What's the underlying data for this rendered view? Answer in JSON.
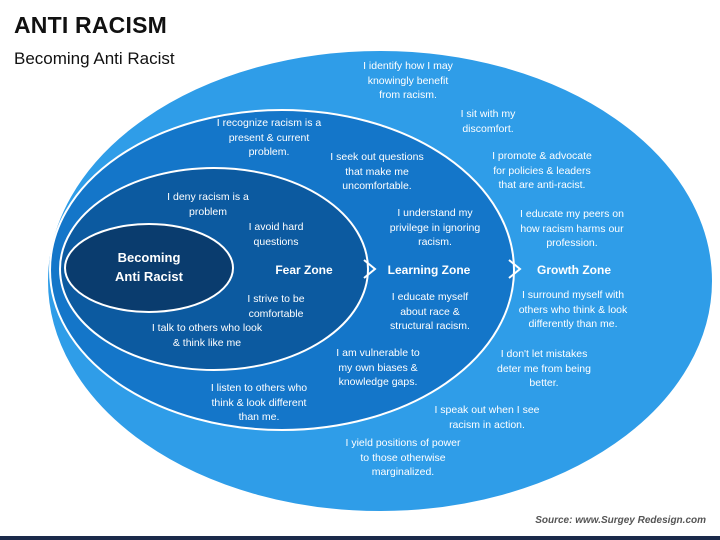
{
  "header": {
    "title": "ANTI RACISM",
    "subtitle": "Becoming Anti Racist"
  },
  "core": {
    "line1": "Becoming",
    "line2": "Anti Racist"
  },
  "zones": {
    "fear": "Fear Zone",
    "learning": "Learning Zone",
    "growth": "Growth Zone"
  },
  "fear_zone": [
    [
      "I deny racism is a",
      "problem"
    ],
    [
      "I avoid hard",
      "questions"
    ],
    [
      "I strive to be",
      "comfortable"
    ],
    [
      "I talk to others who look",
      "& think like me"
    ]
  ],
  "learning_zone": [
    [
      "I recognize racism is a",
      "present & current",
      "problem."
    ],
    [
      "I seek out questions",
      "that make me",
      "uncomfortable."
    ],
    [
      "I understand my",
      "privilege in ignoring",
      "racism."
    ],
    [
      "I educate myself",
      "about race &",
      "structural racism."
    ],
    [
      "I am vulnerable to",
      "my own biases &",
      "knowledge gaps."
    ],
    [
      "I listen to others who",
      "think & look different",
      "than me."
    ]
  ],
  "growth_zone": [
    [
      "I identify how I may",
      "knowingly benefit",
      "from racism."
    ],
    [
      "I sit with my",
      "discomfort."
    ],
    [
      "I promote & advocate",
      "for policies & leaders",
      "that are anti-racist."
    ],
    [
      "I educate my peers on",
      "how racism harms our",
      "profession."
    ],
    [
      "I surround myself with",
      "others who think & look",
      "differently than me."
    ],
    [
      "I don't let mistakes",
      "deter me from being",
      "better."
    ],
    [
      "I speak out when I see",
      "racism in action."
    ],
    [
      "I yield positions of power",
      "to those otherwise",
      "marginalized."
    ]
  ],
  "footer": {
    "source": "Source: www.Surgey Redesign.com"
  },
  "colors": {
    "outer_ellipse": "#2f9de8",
    "middle_ellipse": "#1476c9",
    "inner_ellipse": "#0c5aa0",
    "core_ellipse": "#0a3c6e",
    "stroke": "#ffffff"
  }
}
